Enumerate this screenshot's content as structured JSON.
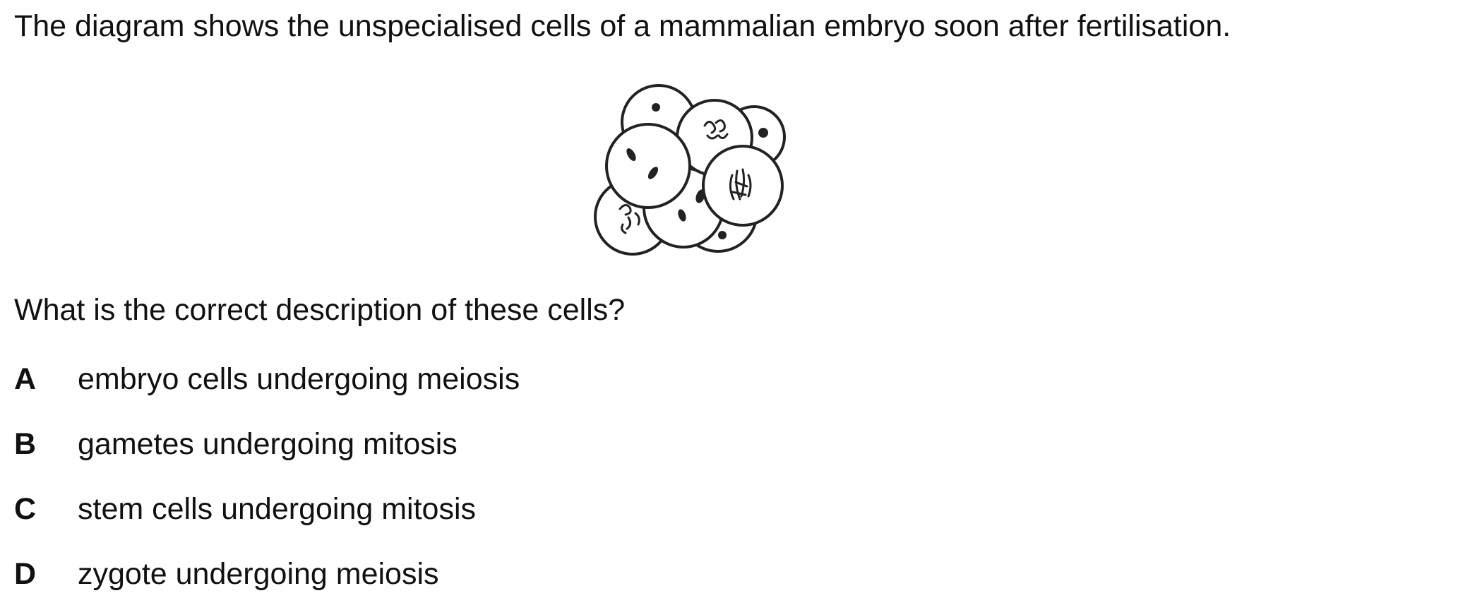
{
  "question": {
    "stem": "The diagram shows the unspecialised cells of a mammalian embryo soon after fertilisation.",
    "prompt": "What is the correct description of these cells?"
  },
  "options": [
    {
      "letter": "A",
      "text": "embryo cells undergoing meiosis"
    },
    {
      "letter": "B",
      "text": "gametes undergoing mitosis"
    },
    {
      "letter": "C",
      "text": "stem cells undergoing mitosis"
    },
    {
      "letter": "D",
      "text": "zygote undergoing meiosis"
    }
  ],
  "diagram": {
    "icon": "embryo-cell-cluster-icon",
    "stroke_color": "#222222"
  }
}
